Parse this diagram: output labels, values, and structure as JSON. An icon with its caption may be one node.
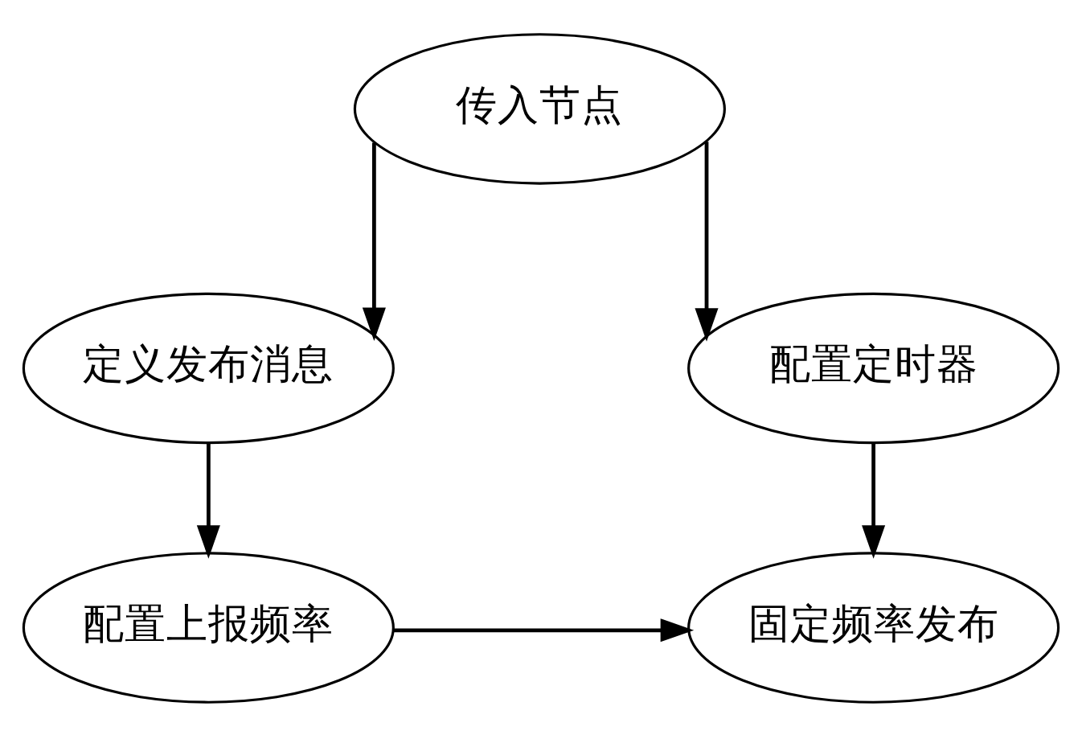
{
  "diagram": {
    "nodes": [
      {
        "text": [
          "传入节点"
        ]
      },
      {
        "text": [
          "定义发布消息"
        ]
      },
      {
        "text": [
          "配置定时器"
        ]
      },
      {
        "text": [
          "配置上报频率"
        ]
      },
      {
        "text": [
          "固定频率发布"
        ]
      }
    ],
    "edges": [
      {
        "from": 0,
        "to": 1,
        "arrow": "to"
      },
      {
        "from": 0,
        "to": 2,
        "arrow": "to"
      },
      {
        "from": 1,
        "to": 3,
        "arrow": "to"
      },
      {
        "from": 3,
        "to": 4,
        "arrow": "to"
      },
      {
        "from": 2,
        "to": 4,
        "arrow": "to"
      }
    ]
  }
}
